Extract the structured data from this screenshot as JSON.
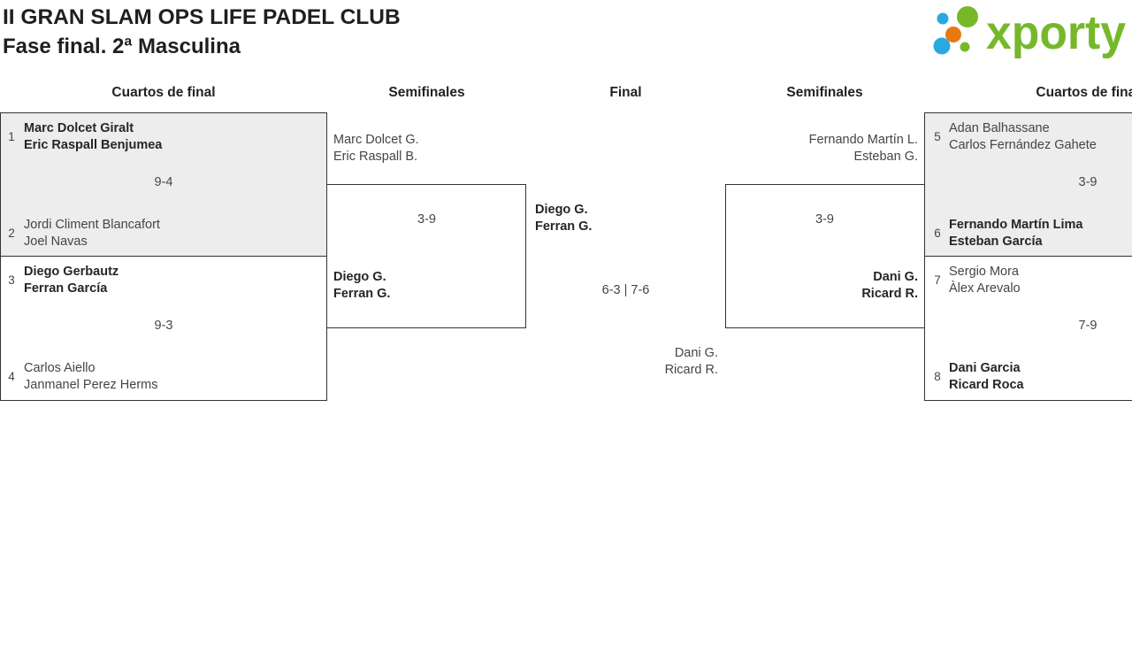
{
  "header": {
    "title_line1": "II GRAN SLAM OPS LIFE PADEL CLUB",
    "title_line2": "Fase final. 2ª Masculina",
    "logo_text": "xporty"
  },
  "columns": {
    "qf_left": "Cuartos de final",
    "sf_left": "Semifinales",
    "final": "Final",
    "sf_right": "Semifinales",
    "qf_right": "Cuartos de final"
  },
  "qf": [
    {
      "seed_top": "1",
      "team_top": [
        "Marc Dolcet Giralt",
        "Eric Raspall Benjumea"
      ],
      "score": "9-4",
      "seed_bottom": "2",
      "team_bottom": [
        "Jordi Climent Blancafort",
        "Joel Navas"
      ],
      "winner": "top",
      "highlighted": true
    },
    {
      "seed_top": "3",
      "team_top": [
        "Diego Gerbautz",
        "Ferran García"
      ],
      "score": "9-3",
      "seed_bottom": "4",
      "team_bottom": [
        "Carlos Aiello",
        "Janmanel Perez Herms"
      ],
      "winner": "top",
      "highlighted": false
    },
    {
      "seed_top": "5",
      "team_top": [
        "Adan Balhassane",
        "Carlos Fernández Gahete"
      ],
      "score": "3-9",
      "seed_bottom": "6",
      "team_bottom": [
        "Fernando Martín Lima",
        "Esteban García"
      ],
      "winner": "bottom",
      "highlighted": true
    },
    {
      "seed_top": "7",
      "team_top": [
        "Sergio Mora",
        "Àlex Arevalo"
      ],
      "score": "7-9",
      "seed_bottom": "8",
      "team_bottom": [
        "Dani Garcia",
        "Ricard Roca"
      ],
      "winner": "bottom",
      "highlighted": false
    }
  ],
  "sf": [
    {
      "team_top": [
        "Marc Dolcet G.",
        "Eric Raspall B."
      ],
      "score": "3-9",
      "team_bottom": [
        "Diego G.",
        "Ferran G."
      ],
      "winner": "bottom"
    },
    {
      "team_top": [
        "Fernando Martín L.",
        "Esteban G."
      ],
      "score": "3-9",
      "team_bottom": [
        "Dani G.",
        "Ricard R."
      ],
      "winner": "bottom"
    }
  ],
  "final_match": {
    "winner": [
      "Diego G.",
      "Ferran G."
    ],
    "score": "6-3 | 7-6",
    "runner_up": [
      "Dani G.",
      "Ricard R."
    ]
  },
  "colors": {
    "brand_green": "#76b82a",
    "brand_blue": "#29a9e0",
    "brand_orange": "#e8790f",
    "box_highlight": "#ededed",
    "box_border": "#333333"
  }
}
